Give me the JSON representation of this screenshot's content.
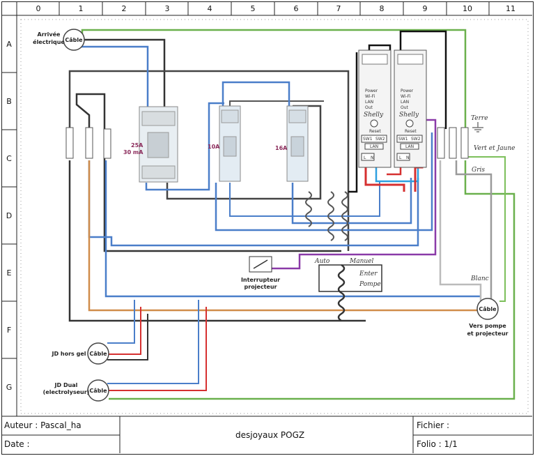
{
  "grid": {
    "columns": [
      "0",
      "1",
      "2",
      "3",
      "4",
      "5",
      "6",
      "7",
      "8",
      "9",
      "10",
      "11"
    ],
    "rows": [
      "A",
      "B",
      "C",
      "D",
      "E",
      "F",
      "G"
    ]
  },
  "labels": {
    "arrivee": "Arrivée",
    "electrique": "électrique",
    "cable": "Câble",
    "breaker_25a": "25A",
    "breaker_30ma": "30 mA",
    "breaker_10a": "10A",
    "breaker_16a": "16A",
    "shelly_brand": "Shelly",
    "shelly_reset": "Reset",
    "shelly_lan": "LAN",
    "shelly_sw1": "SW1",
    "shelly_sw2": "SW2",
    "shelly_l": "L",
    "shelly_n": "N",
    "shelly_power": "Power",
    "shelly_wifi": "Wi-Fi",
    "shelly_lan_led": "LAN",
    "shelly_out": "Out",
    "terre": "Terre",
    "vert_jaune": "Vert et Jaune",
    "gris": "Gris",
    "blanc": "Blanc",
    "interrupteur_1": "Interrupteur",
    "interrupteur_2": "projecteur",
    "auto": "Auto",
    "manuel": "Manuel",
    "enter": "Enter",
    "pompe": "Pompe",
    "vers_1": "Vers pompe",
    "vers_2": "et projecteur",
    "jd_hors_gel": "JD hors gel",
    "jd_dual_1": "JD Dual",
    "jd_dual_2": "(electrolyseur)"
  },
  "footer": {
    "auteur": "Auteur : Pascal_ha",
    "date": "Date :",
    "title": "desjoyaux POGZ",
    "fichier": "Fichier :",
    "folio": "Folio : 1/1"
  },
  "colors": {
    "green": "#6ab04c",
    "blue": "#4a7ec9",
    "brown": "#d08c4a",
    "black": "#333333",
    "red": "#d63030",
    "purple": "#8a3aa8",
    "cyan": "#2ea0e0",
    "grey": "#9a9a9a"
  }
}
